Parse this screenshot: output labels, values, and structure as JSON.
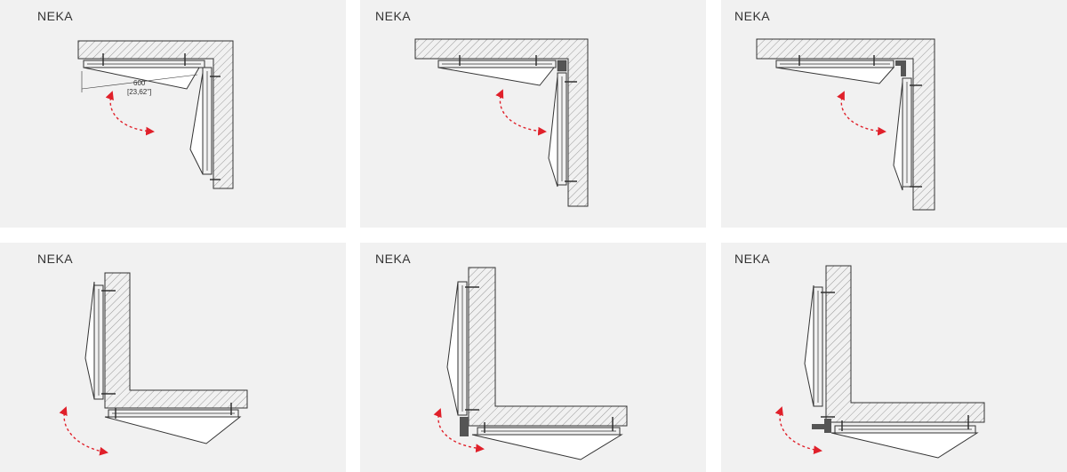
{
  "colors": {
    "background": "#f1f1f1",
    "line": "#333333",
    "hatch": "#9a9a9a",
    "arrow": "#e0202a",
    "outer": "#ffffff"
  },
  "panels": [
    {
      "title": "NEKA",
      "dimension": {
        "value": "600",
        "inch": "[23,62\"]"
      }
    },
    {
      "title": "NEKA"
    },
    {
      "title": "NEKA"
    },
    {
      "title": "NEKA"
    },
    {
      "title": "NEKA"
    },
    {
      "title": "NEKA"
    }
  ]
}
